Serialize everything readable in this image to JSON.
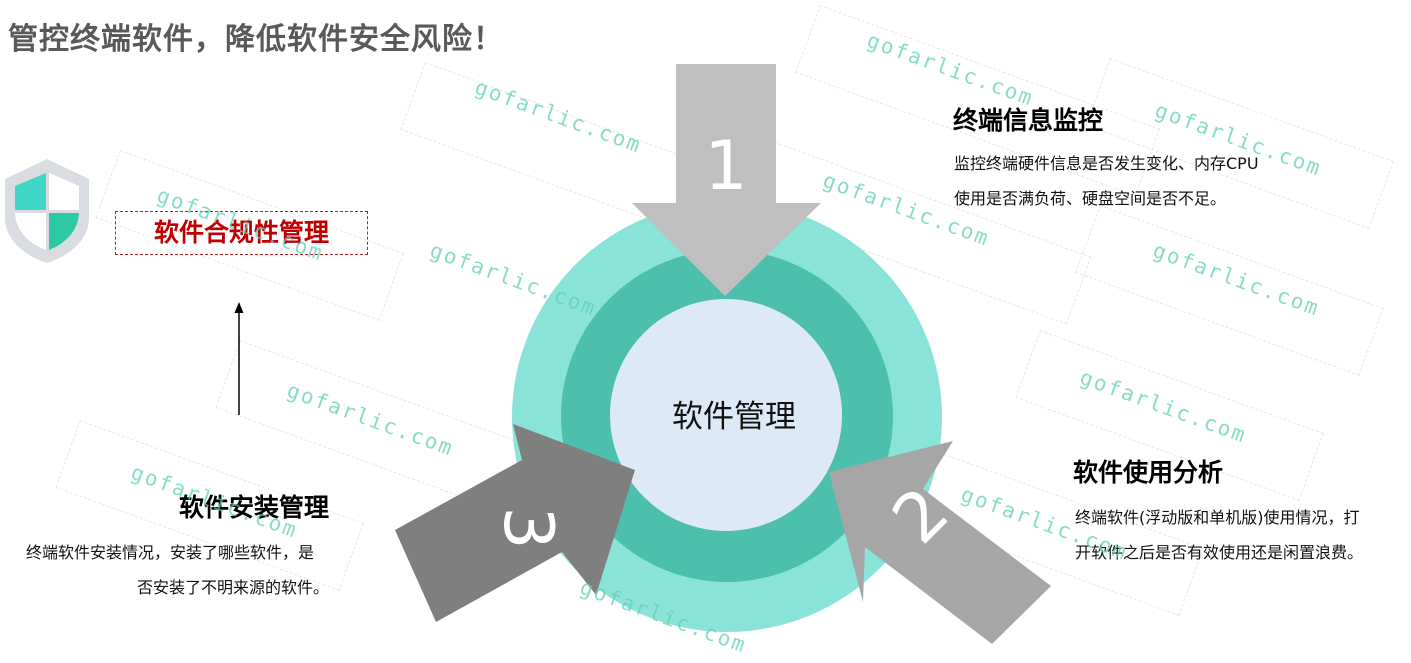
{
  "page_title": "管控终端软件，降低软件安全风险！",
  "center_label": "软件管理",
  "arrows": [
    {
      "number": "1"
    },
    {
      "number": "2"
    },
    {
      "number": "3"
    }
  ],
  "sections": {
    "monitor": {
      "title": "终端信息监控",
      "desc_line1": "监控终端硬件信息是否发生变化、内存CPU",
      "desc_line2": "使用是否满负荷、硬盘空间是否不足。"
    },
    "usage": {
      "title": "软件使用分析",
      "desc_line1": "终端软件(浮动版和单机版)使用情况，打",
      "desc_line2": "开软件之后是否有效使用还是闲置浪费。"
    },
    "install": {
      "title": "软件安装管理",
      "desc_line1": "终端软件安装情况，安装了哪些软件，是",
      "desc_line2": "否安装了不明来源的软件。"
    }
  },
  "compliance_label": "软件合规性管理",
  "watermark_text": "gofarlic.com",
  "colors": {
    "outer_ring": "#89e3d9",
    "middle_ring": "#4dbfae",
    "center": "#dde9f6",
    "arrow_1": "#bfbfbf",
    "arrow_2": "#a6a6a6",
    "arrow_3": "#7f7f7f",
    "shield_outer": "#d9dce0",
    "shield_light": "#3fd6c6",
    "shield_dark": "#2ec8a4",
    "compliance_text": "#c00000"
  },
  "icons": [
    "shield-icon",
    "up-arrow-icon"
  ]
}
